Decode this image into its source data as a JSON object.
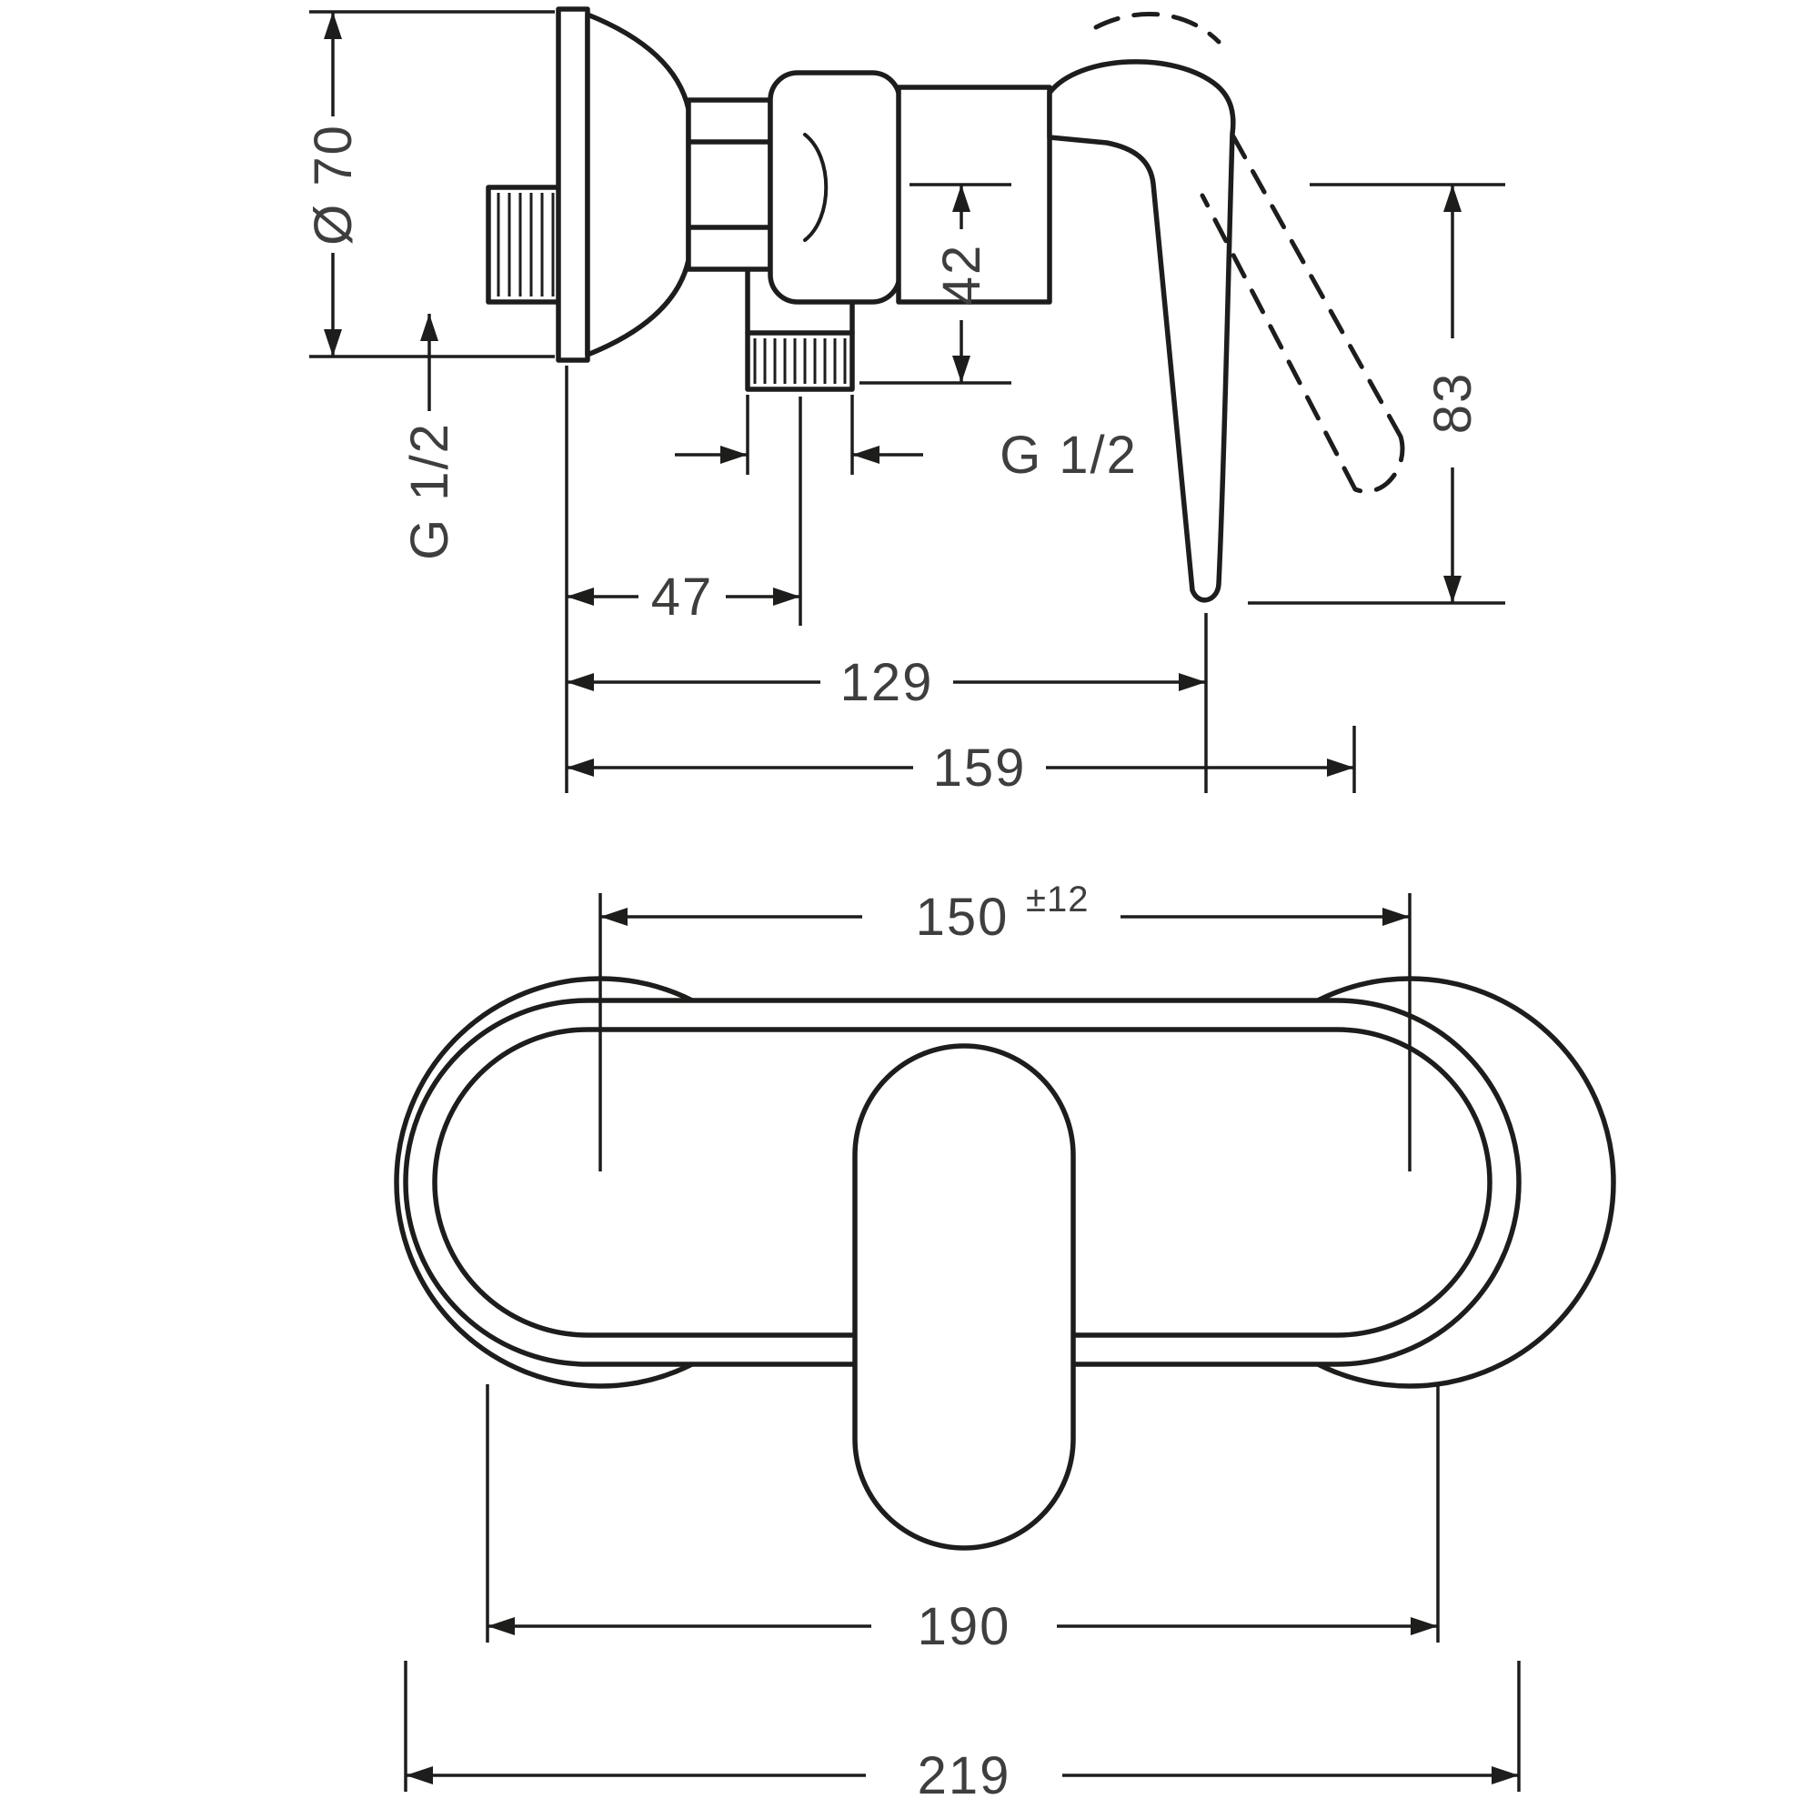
{
  "colors": {
    "background": "#ffffff",
    "line": "#1d1d1b",
    "dimension_text": "#3e3e3d"
  },
  "side_view": {
    "dim_escutcheon_diameter": "Ø 70",
    "dim_inlet_thread": "G 1/2",
    "dim_outlet_height": "42",
    "dim_outlet_thread": "G 1/2",
    "dim_wall_to_outlet": "47",
    "dim_wall_to_handle": "129",
    "dim_total_depth": "159",
    "dim_height": "83"
  },
  "front_view": {
    "dim_hole_distance": "150",
    "dim_hole_distance_tolerance": "±12",
    "dim_body_width": "190",
    "dim_overall_width": "219"
  }
}
